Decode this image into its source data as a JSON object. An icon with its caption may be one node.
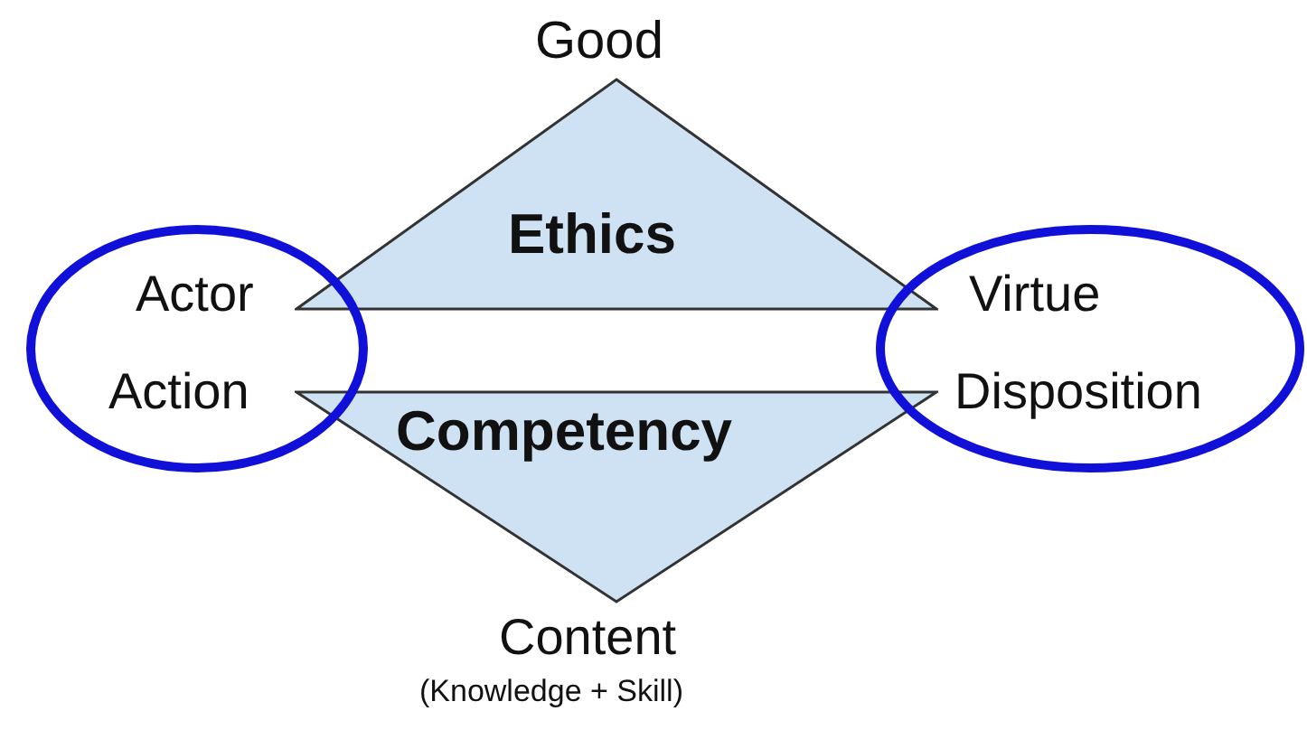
{
  "diagram": {
    "nodes": [
      {
        "text": [
          "Ethics"
        ],
        "beside": [
          "Good"
        ]
      },
      {
        "text": [
          "Competency"
        ],
        "beside": [
          "Content",
          "(Knowledge + Skill)"
        ]
      },
      {
        "text": [
          "Actor",
          "Action"
        ]
      },
      {
        "text": [
          "Virtue",
          "Disposition"
        ]
      }
    ]
  }
}
